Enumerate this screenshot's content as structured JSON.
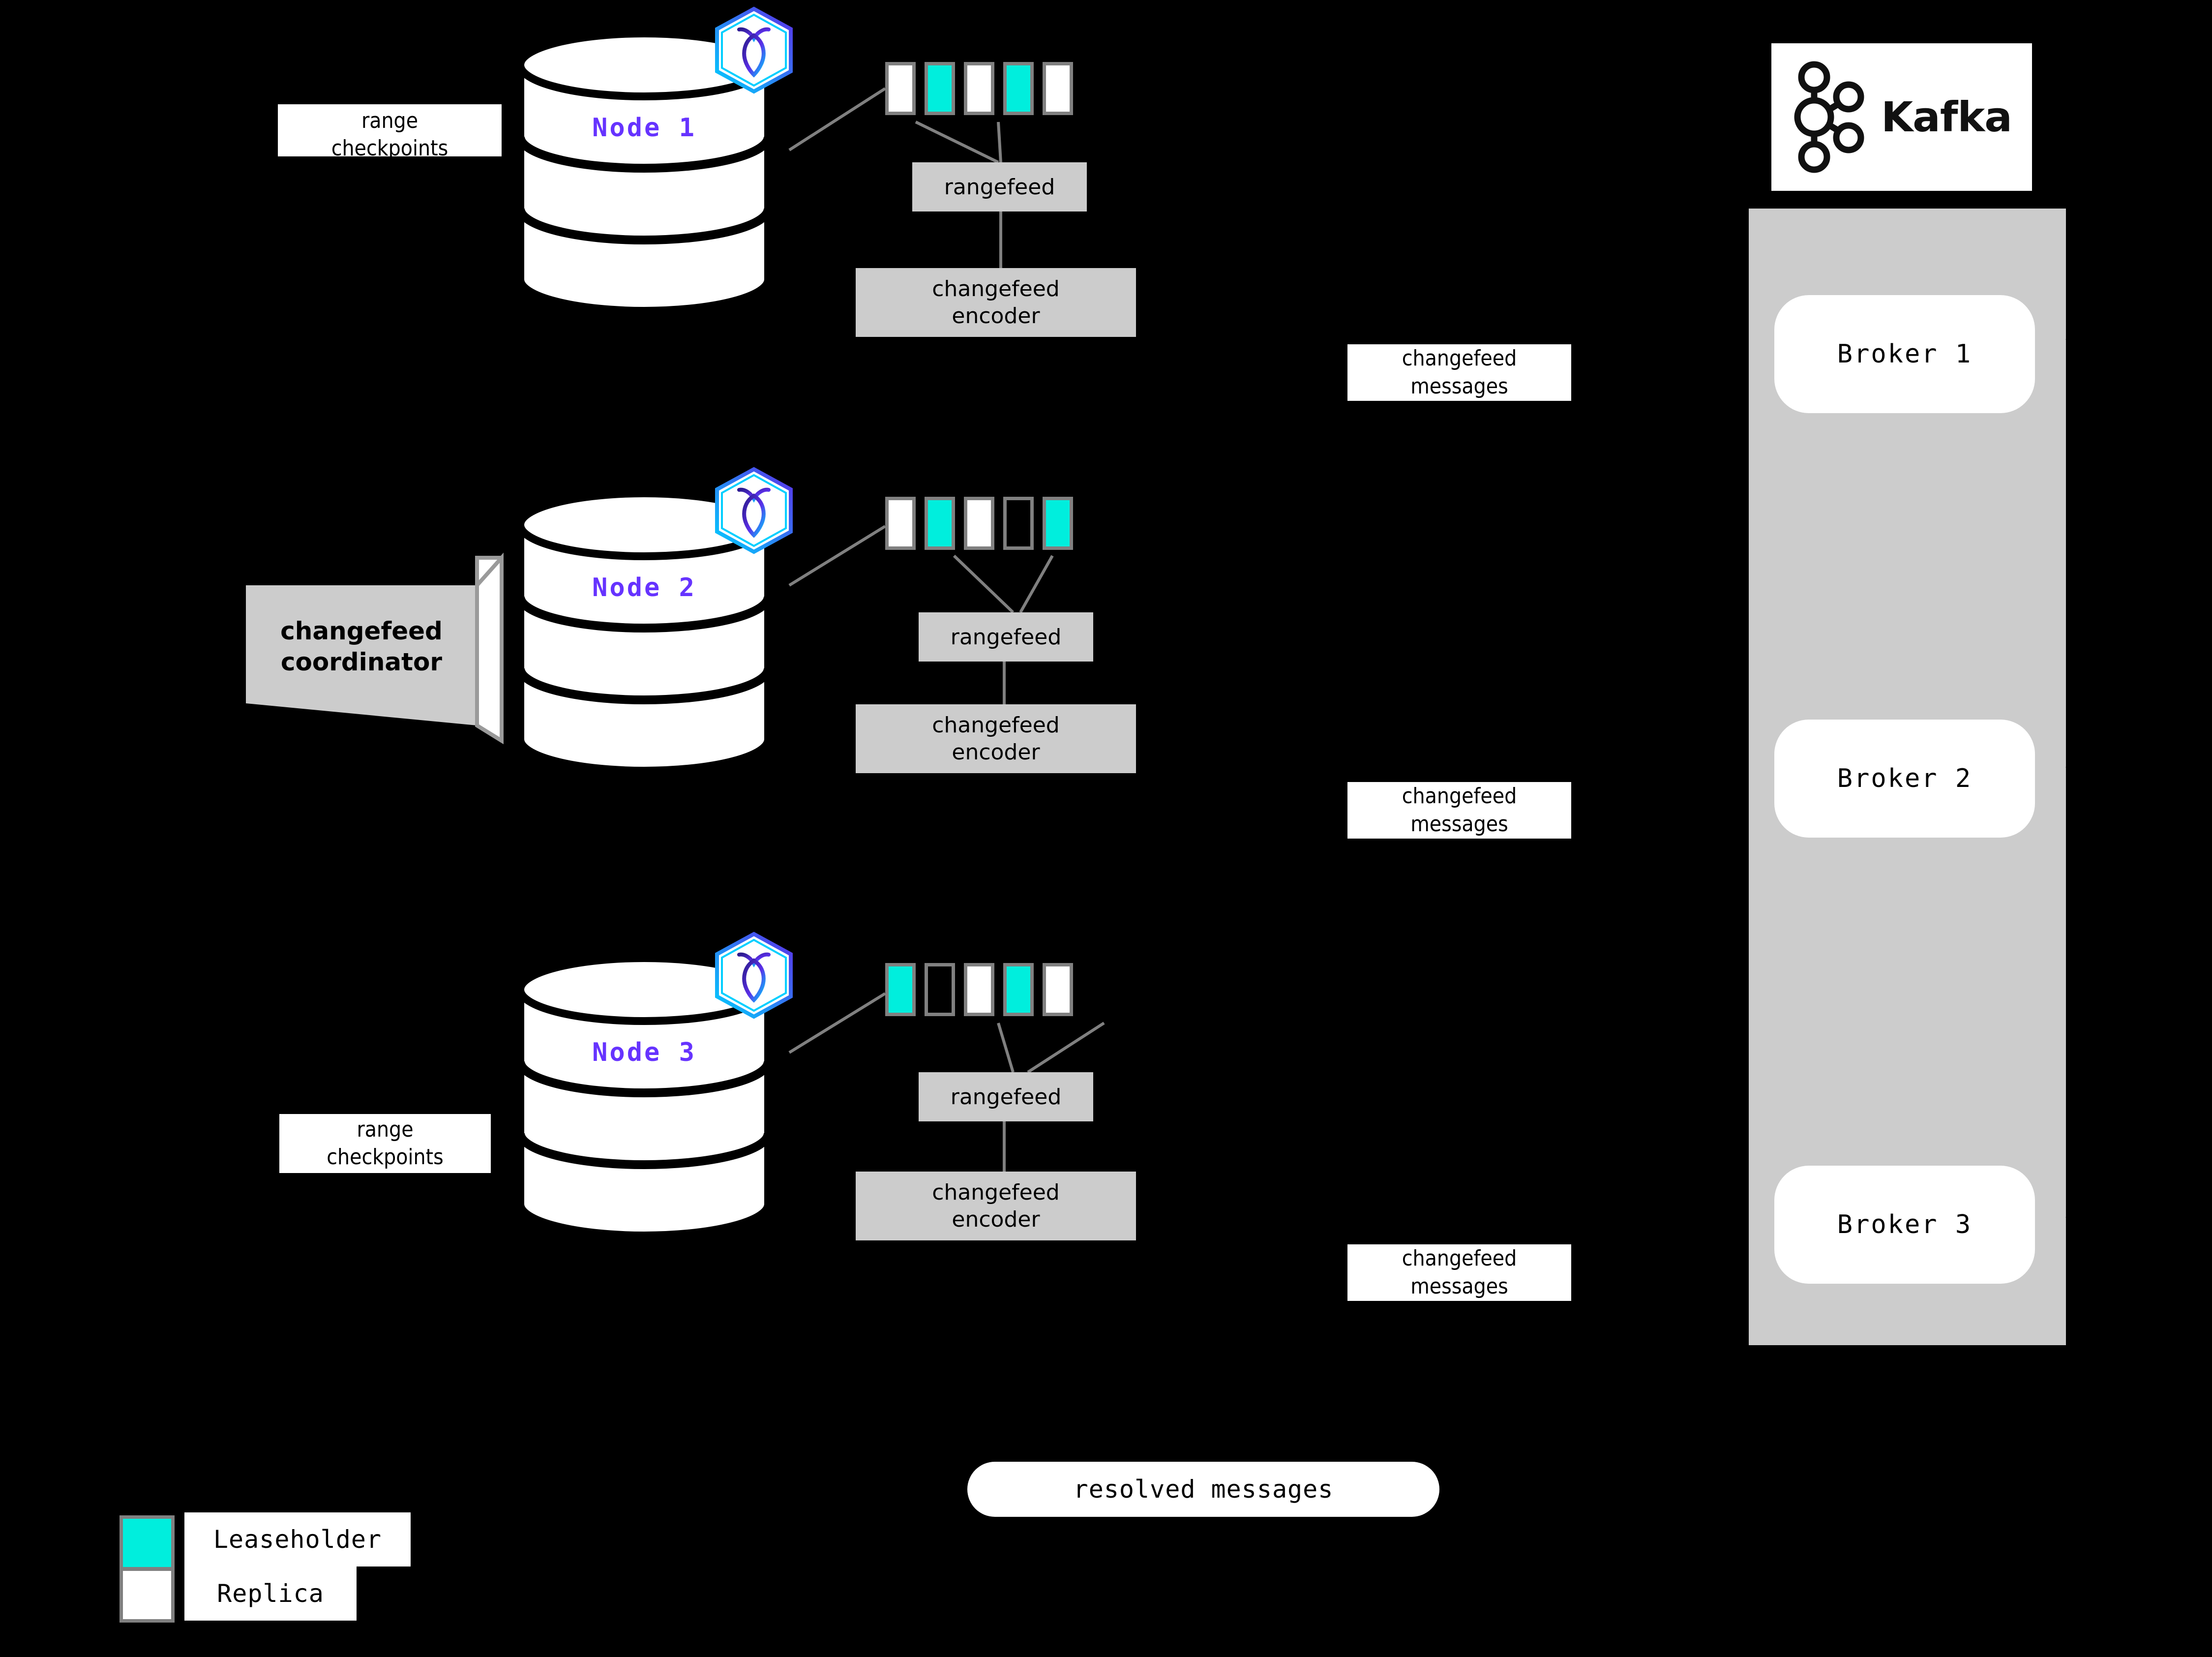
{
  "legend_title": "",
  "nodes": [
    {
      "name": "Node 1",
      "logo_icon": "cockroachdb-hex-icon",
      "replicas": [
        "white",
        "cyan",
        "white",
        "cyan",
        "white"
      ],
      "rangefeed_label": "rangefeed",
      "encoder_label": "changefeed\nencoder",
      "caption": "range\ncheckpoints"
    },
    {
      "name": "Node 2",
      "logo_icon": "cockroachdb-hex-icon",
      "replicas": [
        "white",
        "cyan",
        "white",
        "empty",
        "cyan"
      ],
      "rangefeed_label": "rangefeed",
      "encoder_label": "changefeed\nencoder",
      "caption": "changefeed\ncoordinator"
    },
    {
      "name": "Node 3",
      "logo_icon": "cockroachdb-hex-icon",
      "replicas": [
        "cyan",
        "empty",
        "white",
        "cyan",
        "white"
      ],
      "rangefeed_label": "rangefeed",
      "encoder_label": "changefeed\nencoder",
      "caption": "range\ncheckpoints"
    }
  ],
  "coordinator": {
    "label": "changefeed\ncoordinator"
  },
  "messages": [
    {
      "label": "changefeed\nmessages"
    },
    {
      "label": "changefeed\nmessages"
    },
    {
      "label": "changefeed\nmessages"
    }
  ],
  "resolved": {
    "label": "resolved messages"
  },
  "kafka": {
    "wordmark": "Kafka",
    "logo_icon": "kafka-logo-icon",
    "brokers": [
      {
        "label": "Broker 1"
      },
      {
        "label": "Broker 2"
      },
      {
        "label": "Broker 3"
      }
    ]
  },
  "legend": [
    {
      "swatch": "cyan",
      "label": "Leaseholder"
    },
    {
      "swatch": "white",
      "label": "Replica"
    }
  ],
  "colors": {
    "background": "#000000",
    "leaseholder": "#00EEDD",
    "replica": "#FFFFFF",
    "replica_border": "#808080",
    "process_box": "#CCCCCC",
    "node_label": "#6633FF",
    "wire": "#808080",
    "kafka_panel": "#CCCCCC"
  }
}
